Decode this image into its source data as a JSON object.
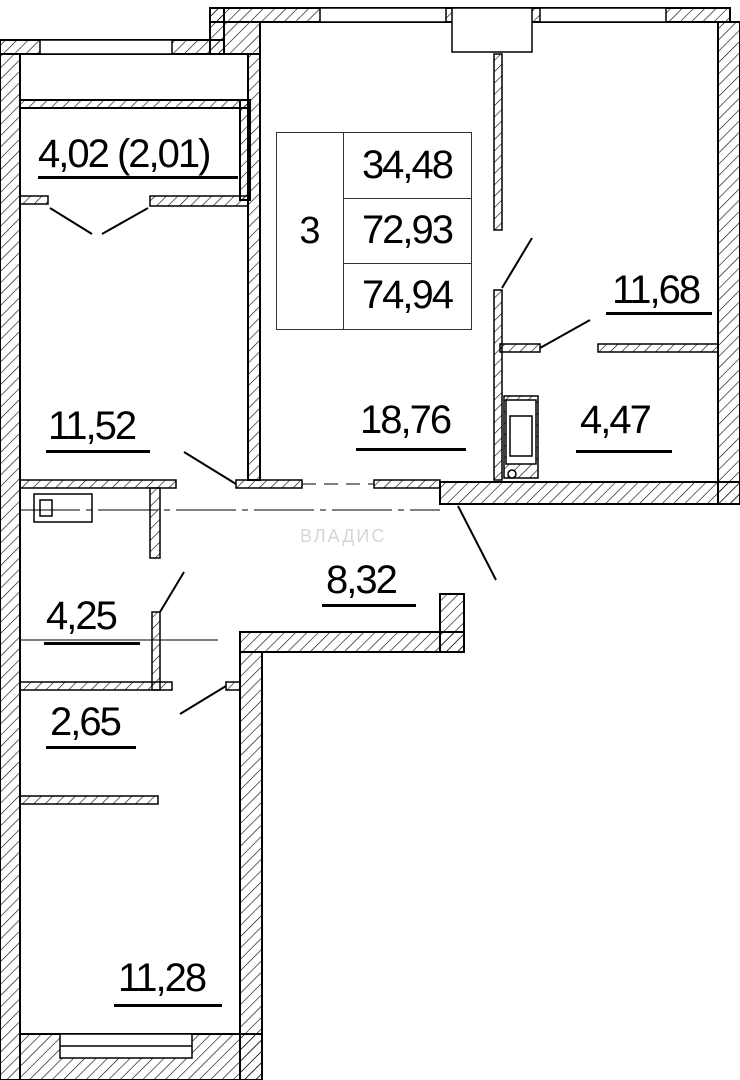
{
  "apartment": {
    "rooms": "3",
    "living_area": "34,48",
    "total_area": "72,93",
    "total_area_with_balcony": "74,94"
  },
  "rooms": {
    "balcony": "4,02 (2,01)",
    "bedroom_left": "11,52",
    "living_room": "18,76",
    "bedroom_right": "11,68",
    "bathroom": "4,47",
    "hall": "8,32",
    "bathroom_small": "4,25",
    "toilet": "2,65",
    "kitchen": "11,28"
  },
  "watermark": "ВЛАДИС"
}
